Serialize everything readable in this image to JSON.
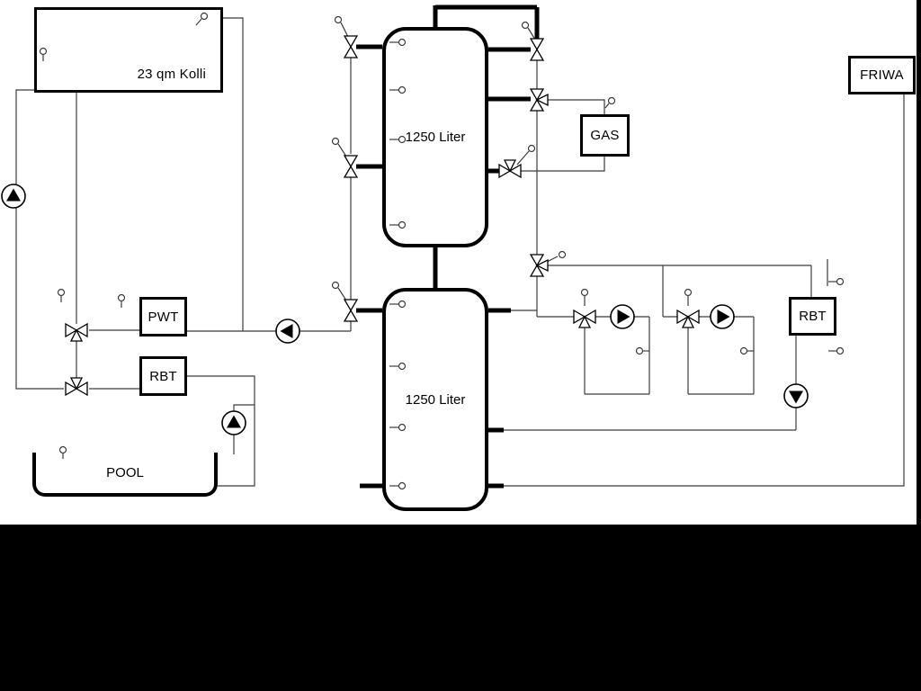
{
  "labels": {
    "collector": "23 qm Kolli",
    "tank_top": "1250 Liter",
    "tank_bottom": "1250 Liter",
    "pwt": "PWT",
    "rbt_left": "RBT",
    "rbt_right": "RBT",
    "gas": "GAS",
    "friwa": "FRIWA",
    "pool": "POOL"
  },
  "colors": {
    "background": "#ffffff",
    "line_thin": "#3c3c3c",
    "line_thick": "#000000",
    "mask": "#000000"
  }
}
